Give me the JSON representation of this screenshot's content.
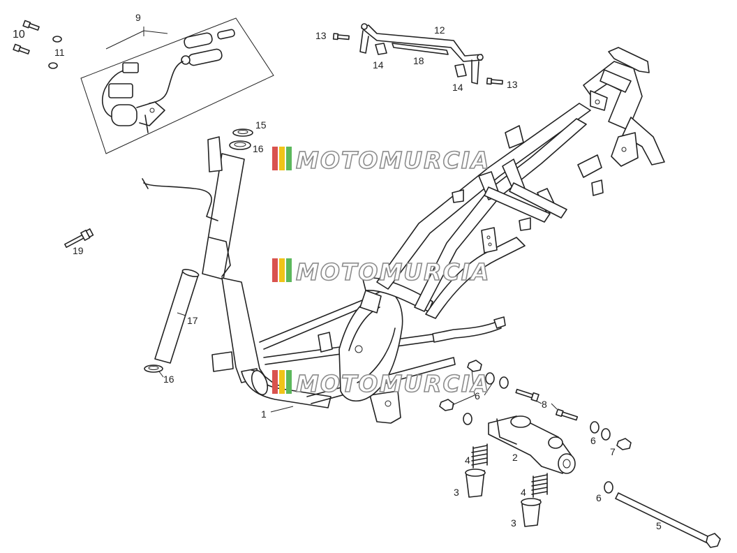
{
  "callouts": {
    "c1": "1",
    "c2": "2",
    "c3a": "3",
    "c3b": "3",
    "c4a": "4",
    "c4b": "4",
    "c5": "5",
    "c6a": "6",
    "c6b": "6",
    "c6c": "6",
    "c7": "7",
    "c8": "8",
    "c9": "9",
    "c10": "10",
    "c11": "11",
    "c12": "12",
    "c13a": "13",
    "c13b": "13",
    "c14a": "14",
    "c14b": "14",
    "c15": "15",
    "c16a": "16",
    "c16b": "16",
    "c17": "17",
    "c18": "18",
    "c19": "19"
  },
  "watermark": {
    "text": "MOTOMURCIA"
  },
  "colors": {
    "line": "#222222",
    "watermark_outline": "#8c8c8c",
    "stripe_red": "#d9534f",
    "stripe_yellow": "#f0c419",
    "stripe_green": "#5cb85c"
  }
}
